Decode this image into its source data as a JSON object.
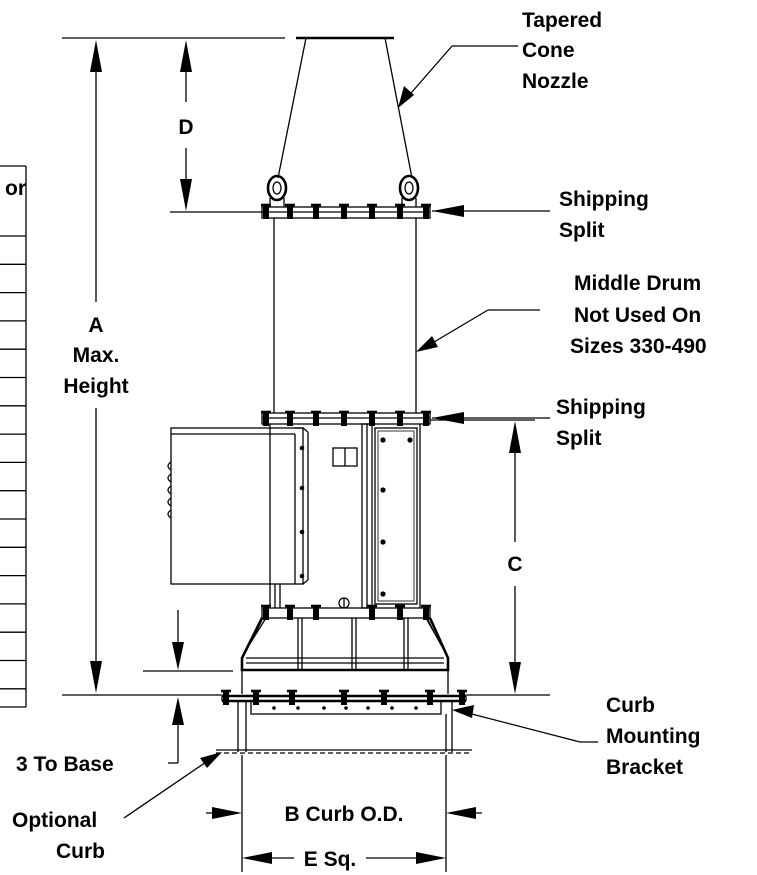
{
  "labels": {
    "nozzle": [
      "Tapered",
      "Cone",
      "Nozzle"
    ],
    "split_top": [
      "Shipping",
      "Split"
    ],
    "middle_drum": [
      "Middle Drum",
      "Not Used On",
      "Sizes 330-490"
    ],
    "split_bottom": [
      "Shipping",
      "Split"
    ],
    "dim_d": "D",
    "dim_a": [
      "A",
      "Max.",
      "Height"
    ],
    "dim_c": "C",
    "curb_bracket": [
      "Curb",
      "Mounting",
      "Bracket"
    ],
    "to_base": "3 To Base",
    "optional_curb": [
      "Optional",
      "Curb"
    ],
    "dim_b": "B Curb O.D.",
    "dim_e": "E Sq.",
    "table_header_fragment": "or"
  }
}
